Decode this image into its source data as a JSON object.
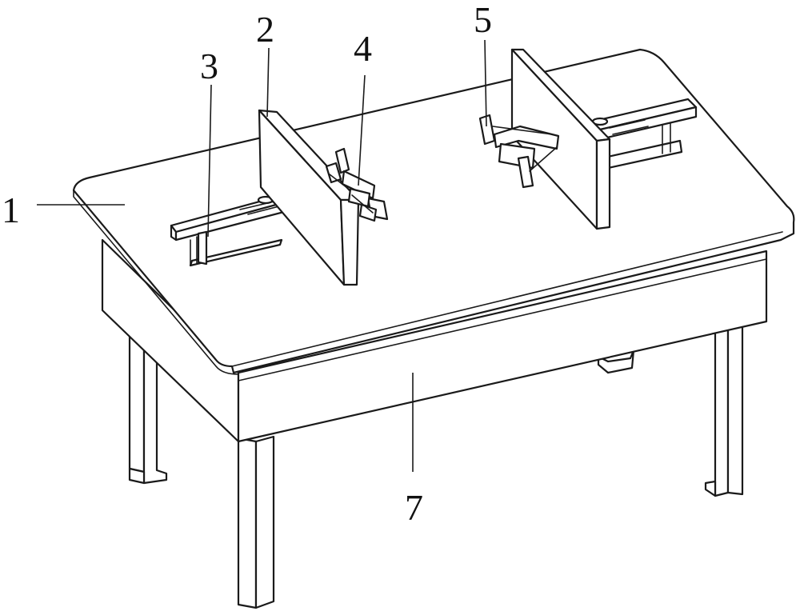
{
  "labels": {
    "table_top": "1",
    "partition_left": "2",
    "ruler_left": "3",
    "clamp_left": "4",
    "clamp_right": "5",
    "apron_front": "7"
  }
}
